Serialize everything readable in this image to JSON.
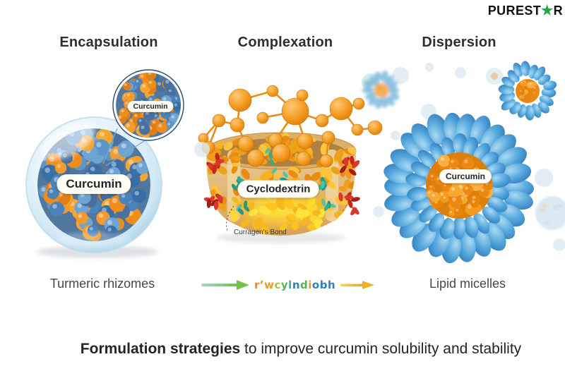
{
  "brand": {
    "pre": "PUREST",
    "star": "★",
    "post": "R"
  },
  "headings": [
    {
      "label": "Encapsulation"
    },
    {
      "label": "Complexation"
    },
    {
      "label": "Dispersion"
    }
  ],
  "labels": {
    "encapsulation_main": "Curcumin",
    "encapsulation_zoom": "Curcumin",
    "complexation": "Cyclodextrin",
    "complexation_annotation": "Curragen's Bond",
    "dispersion": "Curcumin"
  },
  "captions": {
    "left": "Turmeric rhizomes",
    "right": "Lipid micelles"
  },
  "middle_caption_letters": [
    {
      "ch": "r",
      "color": "#ec8c1c"
    },
    {
      "ch": "ʼ",
      "color": "#ec8c1c"
    },
    {
      "ch": "w",
      "color": "#f09a25"
    },
    {
      "ch": "c",
      "color": "#a9c23a"
    },
    {
      "ch": "y",
      "color": "#5cb54a"
    },
    {
      "ch": "l",
      "color": "#2fb3b0"
    },
    {
      "ch": "n",
      "color": "#2f7fc1"
    },
    {
      "ch": "d",
      "color": "#59b04c"
    },
    {
      "ch": "i",
      "color": "#f0931f"
    },
    {
      "ch": "o",
      "color": "#2f7fc1"
    },
    {
      "ch": "b",
      "color": "#2f7fc1"
    },
    {
      "ch": "h",
      "color": "#2f7fc1"
    }
  ],
  "footer": {
    "bold": "Formulation strategies",
    "rest": " to improve curcumin solubility and stability"
  },
  "colors": {
    "particle_blue": "#4a82ba",
    "particle_orange": "#ee8d1c",
    "star_green": "#27a14b",
    "cyclodextrin_tan": "#e5ba74"
  }
}
